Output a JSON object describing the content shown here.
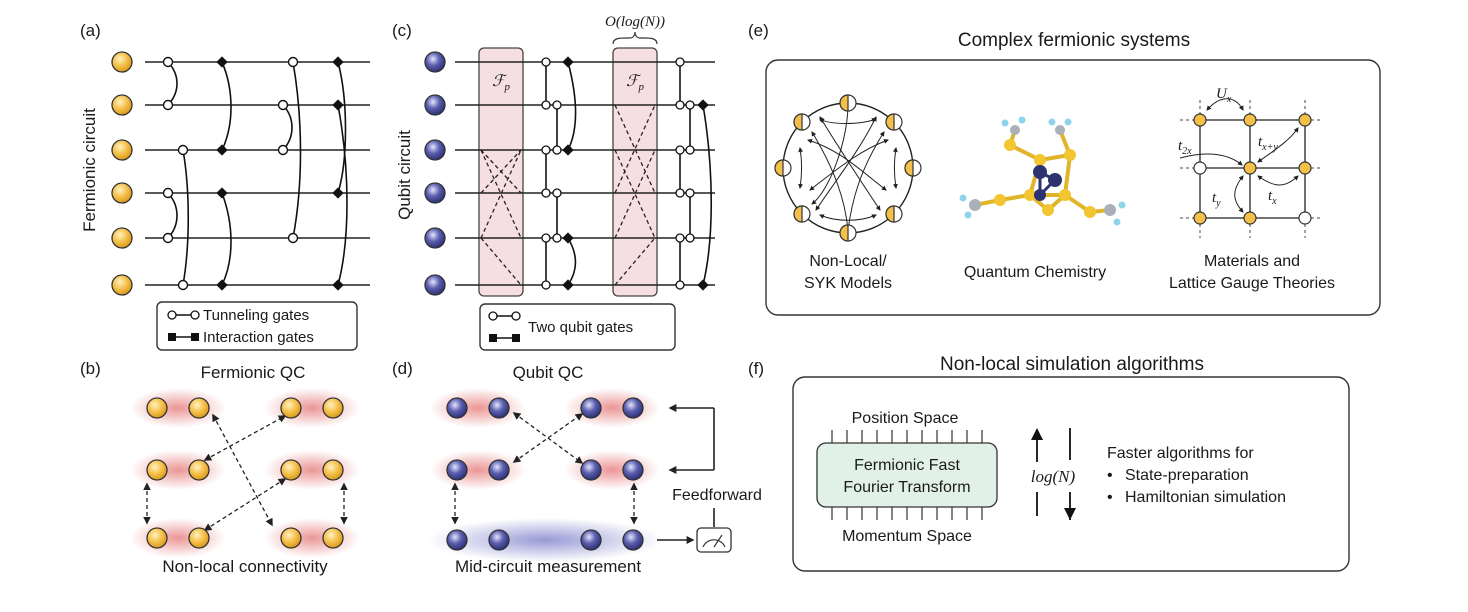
{
  "panels": {
    "a": {
      "label": "(a)",
      "side_title": "Fermionic circuit"
    },
    "b": {
      "label": "(b)",
      "title": "Fermionic QC",
      "caption": "Non-local connectivity"
    },
    "c": {
      "label": "(c)",
      "side_title": "Qubit circuit",
      "depth_note": "O(log(N))",
      "block_label": "F_p"
    },
    "d": {
      "label": "(d)",
      "title": "Qubit QC",
      "caption": "Mid-circuit measurement",
      "feedforward": "Feedforward"
    },
    "e": {
      "label": "(e)",
      "title": "Complex fermionic systems",
      "items": [
        {
          "line1": "Non-Local/",
          "line2": "SYK Models"
        },
        {
          "line1": "Quantum Chemistry",
          "line2": ""
        },
        {
          "line1": "Materials and",
          "line2": "Lattice Gauge Theories"
        }
      ],
      "lattice_labels": [
        "U_x",
        "t_2x",
        "t_x+y",
        "t_y",
        "t_x"
      ]
    },
    "f": {
      "label": "(f)",
      "title": "Non-local simulation algorithms",
      "top_label": "Position Space",
      "box_line1": "Fermionic Fast",
      "box_line2": "Fourier Transform",
      "bottom_label": "Momentum Space",
      "scaling": "log(N)",
      "faster_title": "Faster algorithms for",
      "bullets": [
        "State-preparation",
        "Hamiltonian simulation"
      ]
    }
  },
  "legend_a": {
    "tunneling": "Tunneling gates",
    "interaction": "Interaction gates"
  },
  "legend_c": {
    "two_qubit": "Two qubit gates"
  },
  "colors": {
    "fermion_fill": "#f5c04a",
    "qubit_fill": "#5b5fae",
    "glow_red": "#e57373",
    "glow_blue": "#6a6fc4",
    "fswap_block": "#f6dfe2",
    "fft_box": "#e2f1e7"
  }
}
